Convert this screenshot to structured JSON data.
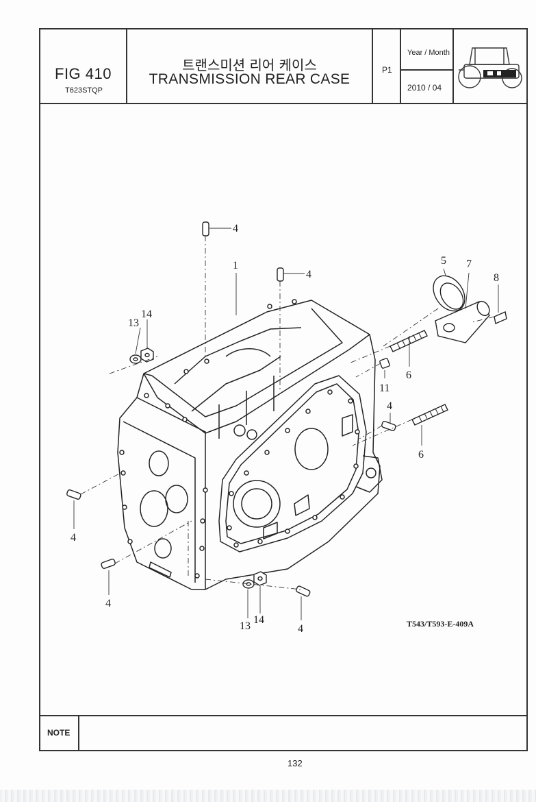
{
  "header": {
    "figure": "FIG 410",
    "model": "T623STQP",
    "title_korean": "트랜스미션 리어 케이스",
    "title_english": "TRANSMISSION REAR CASE",
    "page_code": "P1",
    "year_month_label": "Year / Month",
    "year_month_value": "2010 / 04",
    "icon": "tractor-icon"
  },
  "diagram": {
    "reference_code": "T543/T593-E-409A",
    "callouts": [
      "1",
      "4",
      "4",
      "5",
      "7",
      "8",
      "13",
      "14",
      "6",
      "11",
      "4",
      "6",
      "4",
      "4",
      "13",
      "14",
      "4"
    ]
  },
  "footer": {
    "note_label": "NOTE",
    "page_number": "132"
  }
}
